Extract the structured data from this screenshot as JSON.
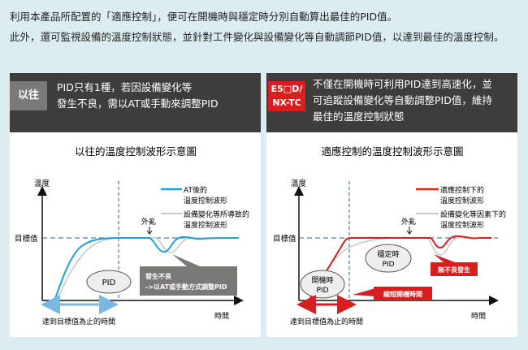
{
  "intro": {
    "line1": "利用本產品所配置的「適應控制」，便可在開機時與穩定時分別自動算出最佳的PID值。",
    "line2": "此外，還可監視設備的溫度控制狀態，並針對工件變化與設備變化等自動調節PID值，以達到最佳的溫度控制。"
  },
  "left": {
    "badge": "以往",
    "header_line1": "PID只有1種，若因設備變化等",
    "header_line2": "發生不良，需以AT或手動來調整PID",
    "chart_title": "以往的溫度控制波形示意圖",
    "y_label": "溫度",
    "x_label": "時間",
    "target_label": "目標值",
    "legend1_line1": "AT後的",
    "legend1_line2": "溫度控制波形",
    "legend2_line1": "設備變化等所導致的",
    "legend2_line2": "溫度控制波形",
    "disturbance": "外亂",
    "pid_label": "PID",
    "callout_line1": "發生不良",
    "callout_line2": "->以AT或手動方式調整PID",
    "time_to_target": "達到目標值為止的時間"
  },
  "right": {
    "badge_line1": "E5□D/",
    "badge_line2": "NX-TC",
    "header_line1": "不僅在開機時可利用PID達到高速化，並",
    "header_line2": "可追蹤設備變化等自動調整PID值，維持",
    "header_line3": "最佳的溫度控制狀態",
    "chart_title": "適應控制的溫度控制波形示意圖",
    "y_label": "溫度",
    "x_label": "時間",
    "target_label": "目標值",
    "legend1_line1": "適應控制下的",
    "legend1_line2": "溫度控制波形",
    "legend2_line1": "設備變化等因素下的",
    "legend2_line2": "溫度控制波形",
    "disturbance": "外亂",
    "stable_pid_line1": "穩定時",
    "stable_pid_line2": "PID",
    "startup_pid_line1": "開機時",
    "startup_pid_line2": "PID",
    "callout_shorten": "縮短開機時間",
    "callout_no_defect": "無不良發生",
    "time_to_target": "達到目標值為止的時間"
  },
  "colors": {
    "blue": "#1da1dc",
    "red": "#d81e1e",
    "gray": "#c8c8c8",
    "dark": "#3f3d3c"
  }
}
